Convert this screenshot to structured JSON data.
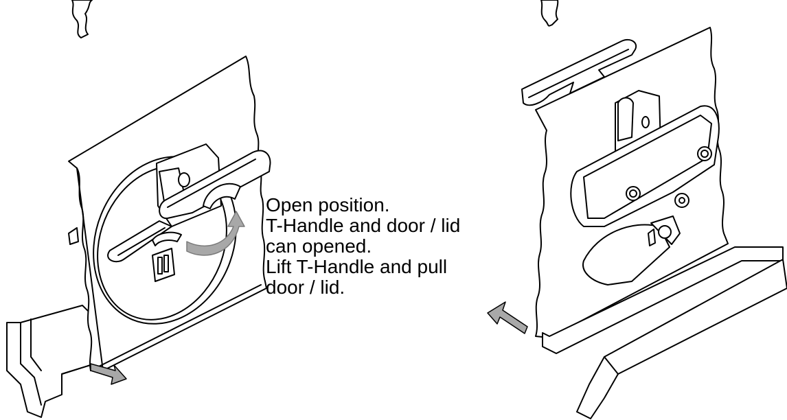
{
  "instructions": {
    "lines": [
      "Open position.",
      "T-Handle and door / lid",
      "can opened.",
      "Lift T-Handle and pull",
      "door / lid."
    ]
  },
  "colors": {
    "line": "#000000",
    "fill": "#ffffff",
    "arrow": "#a8a8a8",
    "arrow_dark": "#7a7a7a"
  },
  "icons": [
    "t-handle-lock-front",
    "t-handle-lock-rear",
    "rotate-arrow",
    "pull-arrow"
  ]
}
